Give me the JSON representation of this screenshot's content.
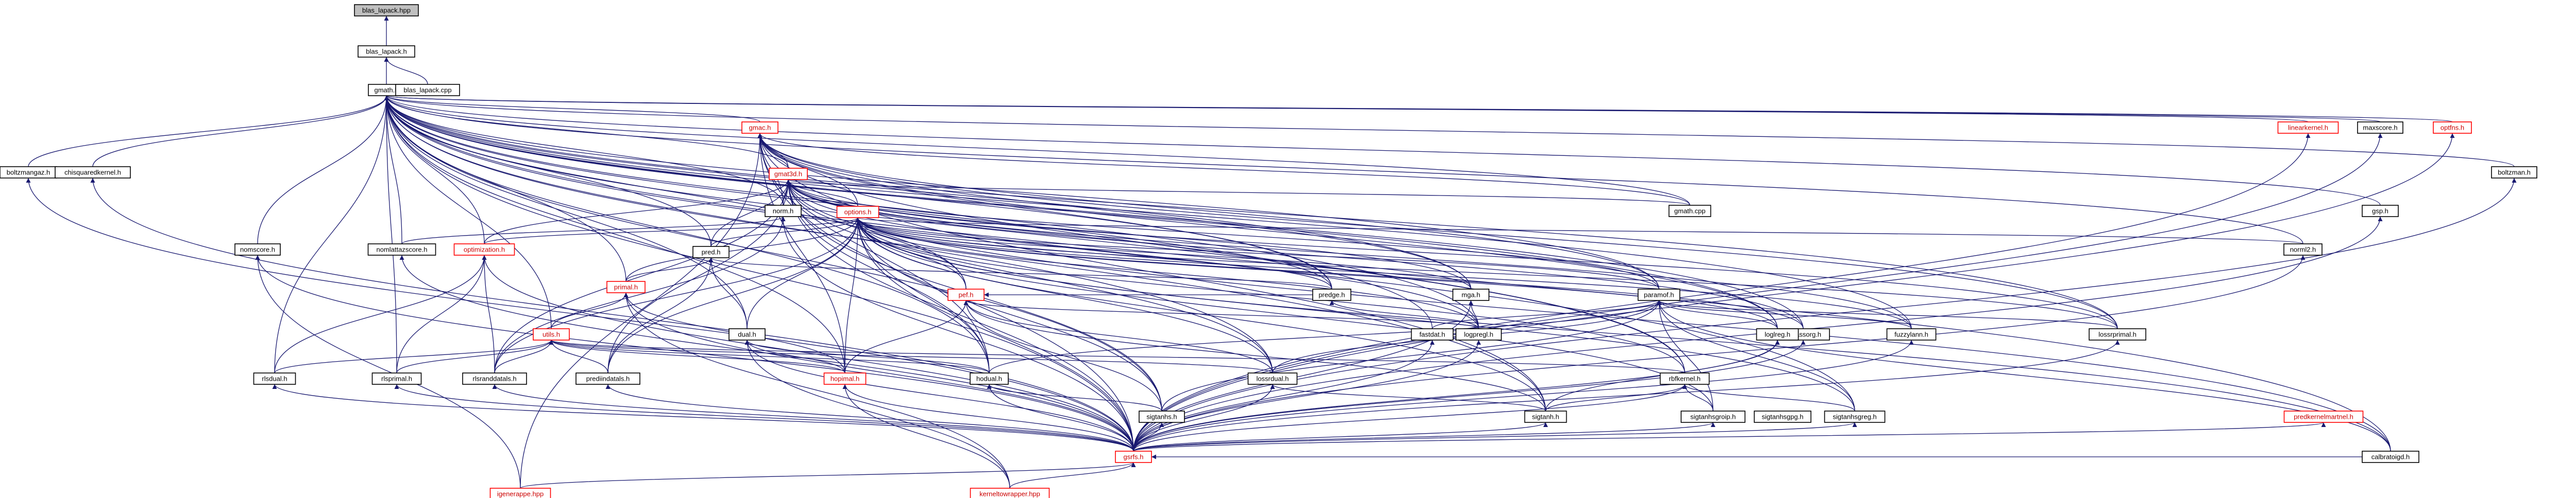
{
  "graph": {
    "nodes": [
      {
        "id": "blas_lapack_hpp",
        "label": "blas_lapack.hpp",
        "root": true,
        "red": false
      },
      {
        "id": "blas_lapack_h",
        "label": "blas_lapack.h",
        "red": false
      },
      {
        "id": "gmath_h",
        "label": "gmath.h",
        "red": false
      },
      {
        "id": "blas_lapack_cpp",
        "label": "blas_lapack.cpp",
        "red": false
      },
      {
        "id": "boltzmangaz_h",
        "label": "boltzmangaz.h",
        "red": false
      },
      {
        "id": "chisquaredkernel_h",
        "label": "chisquaredkernel.h",
        "red": false
      },
      {
        "id": "gmac_h",
        "label": "gmac.h",
        "red": true
      },
      {
        "id": "linearkernel_h",
        "label": "linearkernel.h",
        "red": true
      },
      {
        "id": "maxscore_h",
        "label": "maxscore.h",
        "red": false
      },
      {
        "id": "optfns_h",
        "label": "optfns.h",
        "red": true
      },
      {
        "id": "boltzman_h",
        "label": "boltzman.h",
        "red": false
      },
      {
        "id": "gmat3d_h",
        "label": "gmat3d.h",
        "red": true
      },
      {
        "id": "norm_h",
        "label": "norm.h",
        "red": false
      },
      {
        "id": "gmath_cpp",
        "label": "gmath.cpp",
        "red": false
      },
      {
        "id": "options_h",
        "label": "options.h",
        "red": true
      },
      {
        "id": "gsp_h",
        "label": "gsp.h",
        "red": false
      },
      {
        "id": "nomscore_h",
        "label": "nomscore.h",
        "red": false
      },
      {
        "id": "nomlattazscore_h",
        "label": "nomlattazscore.h",
        "red": false
      },
      {
        "id": "optimization_h",
        "label": "optimization.h",
        "red": true
      },
      {
        "id": "pred_h",
        "label": "pred.h",
        "red": false
      },
      {
        "id": "norml2_h",
        "label": "norml2.h",
        "red": false
      },
      {
        "id": "primal_h",
        "label": "primal.h",
        "red": true
      },
      {
        "id": "pef_h",
        "label": "pef.h",
        "red": true
      },
      {
        "id": "predge_h",
        "label": "predge.h",
        "red": false
      },
      {
        "id": "mga_h",
        "label": "mga.h",
        "red": false
      },
      {
        "id": "paramof_h",
        "label": "paramof.h",
        "red": false
      },
      {
        "id": "utils_h",
        "label": "utils.h",
        "red": true
      },
      {
        "id": "dual_h",
        "label": "dual.h",
        "red": false
      },
      {
        "id": "fastdat_h",
        "label": "fastdat.h",
        "red": false
      },
      {
        "id": "logpregl_h",
        "label": "logpregl.h",
        "red": false
      },
      {
        "id": "loglassorg_h",
        "label": "loglassorg.h",
        "red": false
      },
      {
        "id": "loglreg_h",
        "label": "loglreg.h",
        "red": false
      },
      {
        "id": "fuzzylann_h",
        "label": "fuzzylann.h",
        "red": false
      },
      {
        "id": "lossrprimal_h",
        "label": "lossrprimal.h",
        "red": false
      },
      {
        "id": "rlsdual_h",
        "label": "rlsdual.h",
        "red": false
      },
      {
        "id": "rlsprimal_h",
        "label": "rlsprimal.h",
        "red": false
      },
      {
        "id": "rlsranddatals_h",
        "label": "rlsranddatals.h",
        "red": false
      },
      {
        "id": "prediindatals_h",
        "label": "prediindatals.h",
        "red": false
      },
      {
        "id": "hopimal_h",
        "label": "hopimal.h",
        "red": true
      },
      {
        "id": "hodual_h",
        "label": "hodual.h",
        "red": false
      },
      {
        "id": "lossrdual_h",
        "label": "lossrdual.h",
        "red": false
      },
      {
        "id": "rbfkernel_h",
        "label": "rbfkernel.h",
        "red": false
      },
      {
        "id": "sigtanhs_h",
        "label": "sigtanhs.h",
        "red": false
      },
      {
        "id": "sigtanhsgroip_h",
        "label": "sigtanhsgroip.h",
        "red": false
      },
      {
        "id": "sigtanhsgreg_h",
        "label": "sigtanhsgreg.h",
        "red": false
      },
      {
        "id": "sigtanhsgpg_h",
        "label": "sigtanhsgpg.h",
        "red": false
      },
      {
        "id": "sigtanh_h",
        "label": "sigtanh.h",
        "red": false
      },
      {
        "id": "predkernelmartnel_h",
        "label": "predkernelmartnel.h",
        "red": true
      },
      {
        "id": "gsrfs_h",
        "label": "gsrfs.h",
        "red": true
      },
      {
        "id": "calbratoigd_h",
        "label": "calbratoigd.h",
        "red": false
      },
      {
        "id": "igenerappe_hpp",
        "label": "igenerappe.hpp",
        "red": true
      },
      {
        "id": "kerneltowrapper_hpp",
        "label": "kerneltowrapper.hpp",
        "red": true
      }
    ],
    "edges": [
      [
        "blas_lapack_hpp",
        "blas_lapack_h"
      ],
      [
        "blas_lapack_h",
        "gmath_h"
      ],
      [
        "blas_lapack_h",
        "blas_lapack_cpp"
      ],
      [
        "gmath_h",
        "boltzmangaz_h"
      ],
      [
        "gmath_h",
        "chisquaredkernel_h"
      ],
      [
        "gmath_h",
        "gmac_h"
      ],
      [
        "gmath_h",
        "linearkernel_h"
      ],
      [
        "gmath_h",
        "maxscore_h"
      ],
      [
        "gmath_h",
        "optfns_h"
      ],
      [
        "gmath_h",
        "boltzman_h"
      ],
      [
        "gmath_h",
        "gmat3d_h"
      ],
      [
        "gmath_h",
        "norm_h"
      ],
      [
        "gmath_h",
        "gmath_cpp"
      ],
      [
        "gmath_h",
        "gsp_h"
      ],
      [
        "gmath_h",
        "nomscore_h"
      ],
      [
        "gmath_h",
        "nomlattazscore_h"
      ],
      [
        "gmath_h",
        "optimization_h"
      ],
      [
        "gmath_h",
        "pred_h"
      ],
      [
        "gmath_h",
        "norml2_h"
      ],
      [
        "gmath_h",
        "primal_h"
      ],
      [
        "gmath_h",
        "pef_h"
      ],
      [
        "gmath_h",
        "predge_h"
      ],
      [
        "gmath_h",
        "mga_h"
      ],
      [
        "gmath_h",
        "paramof_h"
      ],
      [
        "gmath_h",
        "utils_h"
      ],
      [
        "gmath_h",
        "dual_h"
      ],
      [
        "gmath_h",
        "fastdat_h"
      ],
      [
        "gmath_h",
        "logpregl_h"
      ],
      [
        "gmath_h",
        "loglassorg_h"
      ],
      [
        "gmath_h",
        "loglreg_h"
      ],
      [
        "gmath_h",
        "fuzzylann_h"
      ],
      [
        "gmath_h",
        "lossrprimal_h"
      ],
      [
        "gmath_h",
        "rlsdual_h"
      ],
      [
        "gmath_h",
        "rlsprimal_h"
      ],
      [
        "gmath_h",
        "hodual_h"
      ],
      [
        "gmath_h",
        "lossrdual_h"
      ],
      [
        "gmath_h",
        "rbfkernel_h"
      ],
      [
        "gmath_h",
        "sigtanhs_h"
      ],
      [
        "gmath_h",
        "sigtanh_h"
      ],
      [
        "gmath_h",
        "gsrfs_h"
      ],
      [
        "gmath_h",
        "calbratoigd_h"
      ],
      [
        "gmath_h",
        "hopimal_h"
      ],
      [
        "gmath_h",
        "sigtanhsgreg_h"
      ],
      [
        "gmac_h",
        "gmat3d_h"
      ],
      [
        "gmac_h",
        "norm_h"
      ],
      [
        "gmac_h",
        "gmath_cpp"
      ],
      [
        "gmac_h",
        "options_h"
      ],
      [
        "gmac_h",
        "predge_h"
      ],
      [
        "gmac_h",
        "mga_h"
      ],
      [
        "gmac_h",
        "paramof_h"
      ],
      [
        "gmac_h",
        "loglreg_h"
      ],
      [
        "gmac_h",
        "lossrprimal_h"
      ],
      [
        "gmac_h",
        "rbfkernel_h"
      ],
      [
        "gmac_h",
        "sigtanh_h"
      ],
      [
        "gmac_h",
        "gsrfs_h"
      ],
      [
        "gmac_h",
        "hodual_h"
      ],
      [
        "gmac_h",
        "hopimal_h"
      ],
      [
        "gmac_h",
        "igenerappe_hpp"
      ],
      [
        "gmat3d_h",
        "options_h"
      ],
      [
        "gmat3d_h",
        "norm_h"
      ],
      [
        "gmat3d_h",
        "gmath_cpp"
      ],
      [
        "gmat3d_h",
        "optimization_h"
      ],
      [
        "gmat3d_h",
        "pred_h"
      ],
      [
        "gmat3d_h",
        "pef_h"
      ],
      [
        "gmat3d_h",
        "predge_h"
      ],
      [
        "gmat3d_h",
        "mga_h"
      ],
      [
        "gmat3d_h",
        "paramof_h"
      ],
      [
        "gmat3d_h",
        "logpregl_h"
      ],
      [
        "gmat3d_h",
        "loglassorg_h"
      ],
      [
        "gmat3d_h",
        "hodual_h"
      ],
      [
        "gmat3d_h",
        "lossrdual_h"
      ],
      [
        "gmat3d_h",
        "sigtanhs_h"
      ],
      [
        "gmat3d_h",
        "gsrfs_h"
      ],
      [
        "gmat3d_h",
        "calbratoigd_h"
      ],
      [
        "gmat3d_h",
        "fuzzylann_h"
      ],
      [
        "gmat3d_h",
        "lossrprimal_h"
      ],
      [
        "gmat3d_h",
        "rlsranddatals_h"
      ],
      [
        "gmat3d_h",
        "prediindatals_h"
      ],
      [
        "options_h",
        "optimization_h"
      ],
      [
        "options_h",
        "pred_h"
      ],
      [
        "options_h",
        "norml2_h"
      ],
      [
        "options_h",
        "primal_h"
      ],
      [
        "options_h",
        "pef_h"
      ],
      [
        "options_h",
        "predge_h"
      ],
      [
        "options_h",
        "mga_h"
      ],
      [
        "options_h",
        "paramof_h"
      ],
      [
        "options_h",
        "logpregl_h"
      ],
      [
        "options_h",
        "loglassorg_h"
      ],
      [
        "options_h",
        "loglreg_h"
      ],
      [
        "options_h",
        "fuzzylann_h"
      ],
      [
        "options_h",
        "lossrprimal_h"
      ],
      [
        "options_h",
        "dual_h"
      ],
      [
        "options_h",
        "hopimal_h"
      ],
      [
        "options_h",
        "hodual_h"
      ],
      [
        "options_h",
        "lossrdual_h"
      ],
      [
        "options_h",
        "rbfkernel_h"
      ],
      [
        "options_h",
        "sigtanhs_h"
      ],
      [
        "options_h",
        "sigtanhsgroip_h"
      ],
      [
        "options_h",
        "sigtanhsgreg_h"
      ],
      [
        "options_h",
        "sigtanh_h"
      ],
      [
        "options_h",
        "gsrfs_h"
      ],
      [
        "options_h",
        "calbratoigd_h"
      ],
      [
        "options_h",
        "rlsranddatals_h"
      ],
      [
        "options_h",
        "prediindatals_h"
      ],
      [
        "norm_h",
        "nomlattazscore_h"
      ],
      [
        "norm_h",
        "rlsranddatals_h"
      ],
      [
        "norm_h",
        "gsrfs_h"
      ],
      [
        "nomscore_h",
        "gsrfs_h"
      ],
      [
        "nomscore_h",
        "igenerappe_hpp"
      ],
      [
        "nomlattazscore_h",
        "gsrfs_h"
      ],
      [
        "optimization_h",
        "rlsprimal_h"
      ],
      [
        "optimization_h",
        "rlsdual_h"
      ],
      [
        "optimization_h",
        "rlsranddatals_h"
      ],
      [
        "optimization_h",
        "gsrfs_h"
      ],
      [
        "pred_h",
        "primal_h"
      ],
      [
        "pred_h",
        "dual_h"
      ],
      [
        "pred_h",
        "predge_h"
      ],
      [
        "pred_h",
        "prediindatals_h"
      ],
      [
        "primal_h",
        "utils_h"
      ],
      [
        "primal_h",
        "hopimal_h"
      ],
      [
        "primal_h",
        "gsrfs_h"
      ],
      [
        "primal_h",
        "kerneltowrapper_hpp"
      ],
      [
        "pef_h",
        "predge_h"
      ],
      [
        "pef_h",
        "lossrdual_h"
      ],
      [
        "pef_h",
        "sigtanhs_h"
      ],
      [
        "pef_h",
        "logpregl_h"
      ],
      [
        "pef_h",
        "hopimal_h"
      ],
      [
        "pef_h",
        "sigtanh_h"
      ],
      [
        "predge_h",
        "logpregl_h"
      ],
      [
        "mga_h",
        "logpregl_h"
      ],
      [
        "mga_h",
        "gsrfs_h"
      ],
      [
        "paramof_h",
        "loglreg_h"
      ],
      [
        "paramof_h",
        "fuzzylann_h"
      ],
      [
        "paramof_h",
        "lossrprimal_h"
      ],
      [
        "paramof_h",
        "fastdat_h"
      ],
      [
        "paramof_h",
        "lossrdual_h"
      ],
      [
        "paramof_h",
        "sigtanhs_h"
      ],
      [
        "paramof_h",
        "hodual_h"
      ],
      [
        "paramof_h",
        "sigtanhsgroip_h"
      ],
      [
        "paramof_h",
        "sigtanhsgreg_h"
      ],
      [
        "paramof_h",
        "calbratoigd_h"
      ],
      [
        "utils_h",
        "rlsdual_h"
      ],
      [
        "utils_h",
        "rlsprimal_h"
      ],
      [
        "utils_h",
        "rlsranddatals_h"
      ],
      [
        "utils_h",
        "prediindatals_h"
      ],
      [
        "utils_h",
        "hopimal_h"
      ],
      [
        "utils_h",
        "hodual_h"
      ],
      [
        "utils_h",
        "lossrdual_h"
      ],
      [
        "utils_h",
        "rbfkernel_h"
      ],
      [
        "dual_h",
        "hopimal_h"
      ],
      [
        "dual_h",
        "hodual_h"
      ],
      [
        "dual_h",
        "gsrfs_h"
      ],
      [
        "dual_h",
        "kerneltowrapper_hpp"
      ],
      [
        "rbfkernel_h",
        "sigtanhsgroip_h"
      ],
      [
        "rbfkernel_h",
        "sigtanhsgreg_h"
      ],
      [
        "rbfkernel_h",
        "sigtanh_h"
      ],
      [
        "rbfkernel_h",
        "gsrfs_h"
      ],
      [
        "loglreg_h",
        "sigtanh_h"
      ],
      [
        "loglreg_h",
        "gsrfs_h"
      ],
      [
        "fuzzylann_h",
        "gsrfs_h"
      ],
      [
        "lossrprimal_h",
        "gsrfs_h"
      ],
      [
        "rlsdual_h",
        "gsrfs_h"
      ],
      [
        "rlsprimal_h",
        "gsrfs_h"
      ],
      [
        "rlsranddatals_h",
        "gsrfs_h"
      ],
      [
        "prediindatals_h",
        "gsrfs_h"
      ],
      [
        "hopimal_h",
        "gsrfs_h"
      ],
      [
        "hopimal_h",
        "kerneltowrapper_hpp"
      ],
      [
        "hodual_h",
        "sigtanhs_h"
      ],
      [
        "hodual_h",
        "gsrfs_h"
      ],
      [
        "lossrdual_h",
        "gsrfs_h"
      ],
      [
        "lossrdual_h",
        "sigtanh_h"
      ],
      [
        "sigtanhs_h",
        "gsrfs_h"
      ],
      [
        "sigtanhsgroip_h",
        "gsrfs_h"
      ],
      [
        "sigtanhsgreg_h",
        "gsrfs_h"
      ],
      [
        "sigtanh_h",
        "gsrfs_h"
      ],
      [
        "predkernelmartnel_h",
        "gsrfs_h"
      ],
      [
        "linearkernel_h",
        "gsrfs_h"
      ],
      [
        "maxscore_h",
        "gsrfs_h"
      ],
      [
        "optfns_h",
        "gsrfs_h"
      ],
      [
        "boltzman_h",
        "gsrfs_h"
      ],
      [
        "boltzmangaz_h",
        "gsrfs_h"
      ],
      [
        "chisquaredkernel_h",
        "gsrfs_h"
      ],
      [
        "gsp_h",
        "gsrfs_h"
      ],
      [
        "norml2_h",
        "gsrfs_h"
      ],
      [
        "gsrfs_h",
        "igenerappe_hpp"
      ],
      [
        "gsrfs_h",
        "kerneltowrapper_hpp"
      ],
      [
        "gsrfs_h",
        "calbratoigd_h"
      ],
      [
        "fastdat_h",
        "gsrfs_h"
      ],
      [
        "logpregl_h",
        "gsrfs_h"
      ],
      [
        "loglassorg_h",
        "gsrfs_h"
      ]
    ]
  }
}
